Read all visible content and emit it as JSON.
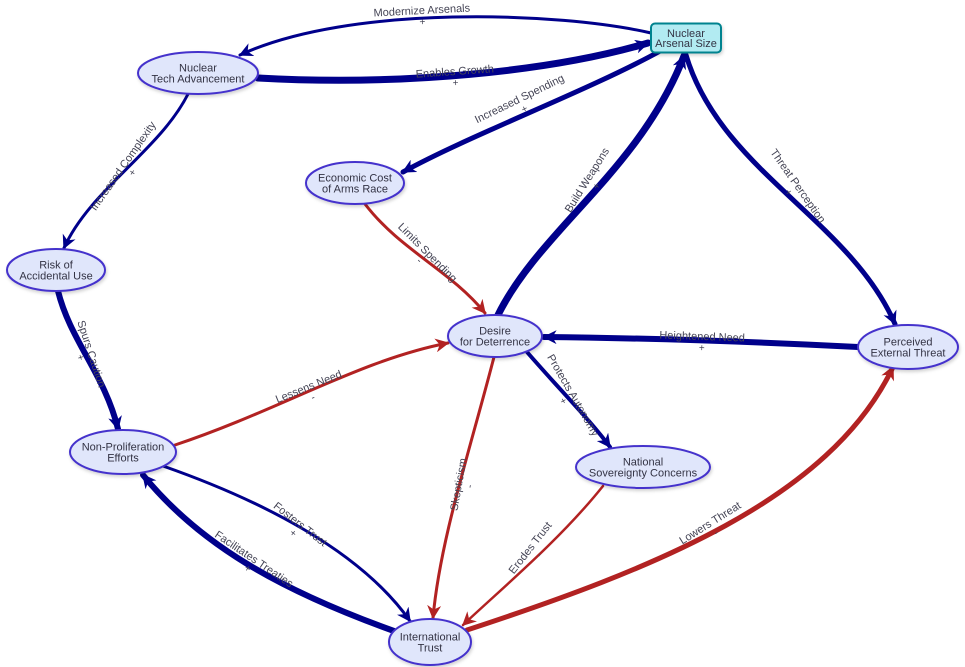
{
  "colors": {
    "positive_edge": "#00008b",
    "negative_edge": "#b22222",
    "node_fill": "#e0e6fb",
    "node_stroke": "#4433cc",
    "stock_fill": "#b2ebf2",
    "stock_stroke": "#00838f"
  },
  "nodes": [
    {
      "id": "arsenal",
      "lines": [
        "Nuclear",
        "Arsenal Size"
      ],
      "shape": "box"
    },
    {
      "id": "tech",
      "lines": [
        "Nuclear",
        "Tech Advancement"
      ],
      "shape": "ellipse"
    },
    {
      "id": "econ",
      "lines": [
        "Economic Cost",
        "of Arms Race"
      ],
      "shape": "ellipse"
    },
    {
      "id": "risk",
      "lines": [
        "Risk of",
        "Accidental Use"
      ],
      "shape": "ellipse"
    },
    {
      "id": "desire",
      "lines": [
        "Desire",
        "for Deterrence"
      ],
      "shape": "ellipse"
    },
    {
      "id": "threat",
      "lines": [
        "Perceived",
        "External Threat"
      ],
      "shape": "ellipse"
    },
    {
      "id": "nonprolif",
      "lines": [
        "Non-Proliferation",
        "Efforts"
      ],
      "shape": "ellipse"
    },
    {
      "id": "sovereignty",
      "lines": [
        "National",
        "Sovereignty Concerns"
      ],
      "shape": "ellipse"
    },
    {
      "id": "trust",
      "lines": [
        "International",
        "Trust"
      ],
      "shape": "ellipse"
    }
  ],
  "edges": [
    {
      "id": "e1",
      "from": "arsenal",
      "to": "tech",
      "label": "Modernize Arsenals",
      "sign": "+",
      "polarity": "positive",
      "strength": 3
    },
    {
      "id": "e2",
      "from": "tech",
      "to": "arsenal",
      "label": "Enables Growth",
      "sign": "+",
      "polarity": "positive",
      "strength": 7
    },
    {
      "id": "e3",
      "from": "arsenal",
      "to": "econ",
      "label": "Increased Spending",
      "sign": "+",
      "polarity": "positive",
      "strength": 5
    },
    {
      "id": "e4",
      "from": "tech",
      "to": "risk",
      "label": "Increased Complexity",
      "sign": "+",
      "polarity": "positive",
      "strength": 3
    },
    {
      "id": "e5",
      "from": "econ",
      "to": "desire",
      "label": "Limits Spending",
      "sign": "-",
      "polarity": "negative",
      "strength": 3
    },
    {
      "id": "e6",
      "from": "desire",
      "to": "arsenal",
      "label": "Build Weapons",
      "sign": "+",
      "polarity": "positive",
      "strength": 7
    },
    {
      "id": "e7",
      "from": "arsenal",
      "to": "threat",
      "label": "Threat Perception",
      "sign": "+",
      "polarity": "positive",
      "strength": 5
    },
    {
      "id": "e8",
      "from": "threat",
      "to": "desire",
      "label": "Heightened Need",
      "sign": "+",
      "polarity": "positive",
      "strength": 6
    },
    {
      "id": "e9",
      "from": "risk",
      "to": "nonprolif",
      "label": "Spurs Caution",
      "sign": "+",
      "polarity": "positive",
      "strength": 6
    },
    {
      "id": "e10",
      "from": "nonprolif",
      "to": "desire",
      "label": "Lessens Need",
      "sign": "-",
      "polarity": "negative",
      "strength": 3
    },
    {
      "id": "e11",
      "from": "desire",
      "to": "trust",
      "label": "Skepticism",
      "sign": "-",
      "polarity": "negative",
      "strength": 3
    },
    {
      "id": "e12",
      "from": "desire",
      "to": "sovereignty",
      "label": "Protects Autonomy",
      "sign": "+",
      "polarity": "positive",
      "strength": 4
    },
    {
      "id": "e13",
      "from": "nonprolif",
      "to": "trust",
      "label": "Fosters Trust",
      "sign": "+",
      "polarity": "positive",
      "strength": 3
    },
    {
      "id": "e14",
      "from": "trust",
      "to": "nonprolif",
      "label": "Facilitates Treaties",
      "sign": "+",
      "polarity": "positive",
      "strength": 6
    },
    {
      "id": "e15",
      "from": "sovereignty",
      "to": "trust",
      "label": "Erodes Trust",
      "sign": "-",
      "polarity": "negative",
      "strength": 2.5
    },
    {
      "id": "e16",
      "from": "trust",
      "to": "threat",
      "label": "Lowers Threat",
      "sign": "-",
      "polarity": "negative",
      "strength": 5
    }
  ]
}
